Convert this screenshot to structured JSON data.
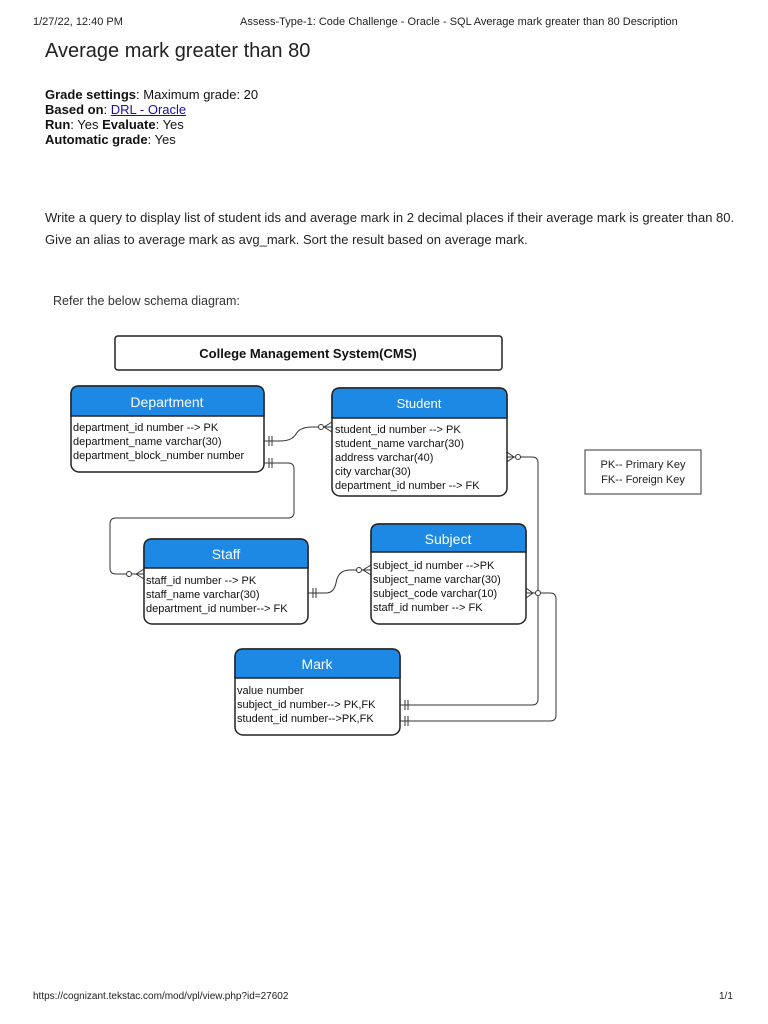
{
  "print_header": {
    "datetime": "1/27/22, 12:40 PM",
    "page_title": "Assess-Type-1: Code Challenge - Oracle - SQL Average mark greater than 80 Description"
  },
  "title": "Average mark greater than 80",
  "meta": {
    "grade_label": "Grade settings",
    "grade_value": ": Maximum grade: 20",
    "based_label": "Based on",
    "based_sep": ": ",
    "based_link": "DRL - Oracle",
    "run_label": "Run",
    "run_value": ": Yes ",
    "evaluate_label": "Evaluate",
    "evaluate_value": ": Yes",
    "auto_label": "Automatic grade",
    "auto_value": ": Yes"
  },
  "description": "Write a query to display list of student ids and average mark in 2 decimal places if their average mark is greater than 80. Give an alias to average mark as avg_mark. Sort the result based on average mark.",
  "refer_text": "Refer the below schema diagram:",
  "diagram": {
    "system_title": "College Management System(CMS)",
    "legend": [
      "PK--  Primary Key",
      "FK-- Foreign Key"
    ],
    "entities": {
      "department": {
        "name": "Department",
        "fields": [
          "department_id number --> PK",
          "department_name varchar(30)",
          "department_block_number number"
        ]
      },
      "student": {
        "name": "Student",
        "fields": [
          "student_id number --> PK",
          "student_name varchar(30)",
          "address varchar(40)",
          "city varchar(30)",
          "department_id number --> FK"
        ]
      },
      "staff": {
        "name": "Staff",
        "fields": [
          "staff_id number --> PK",
          "staff_name varchar(30)",
          "department_id number--> FK"
        ]
      },
      "subject": {
        "name": "Subject",
        "fields": [
          "subject_id number -->PK",
          "subject_name varchar(30)",
          "subject_code varchar(10)",
          "staff_id number --> FK"
        ]
      },
      "mark": {
        "name": "Mark",
        "fields": [
          "value number",
          "subject_id number--> PK,FK",
          "student_id number-->PK,FK"
        ]
      }
    },
    "colors": {
      "header_fill": "#1e88e5",
      "header_text": "#ffffff",
      "border": "#222222"
    }
  },
  "print_footer": {
    "url": "https://cognizant.tekstac.com/mod/vpl/view.php?id=27602",
    "page": "1/1"
  }
}
